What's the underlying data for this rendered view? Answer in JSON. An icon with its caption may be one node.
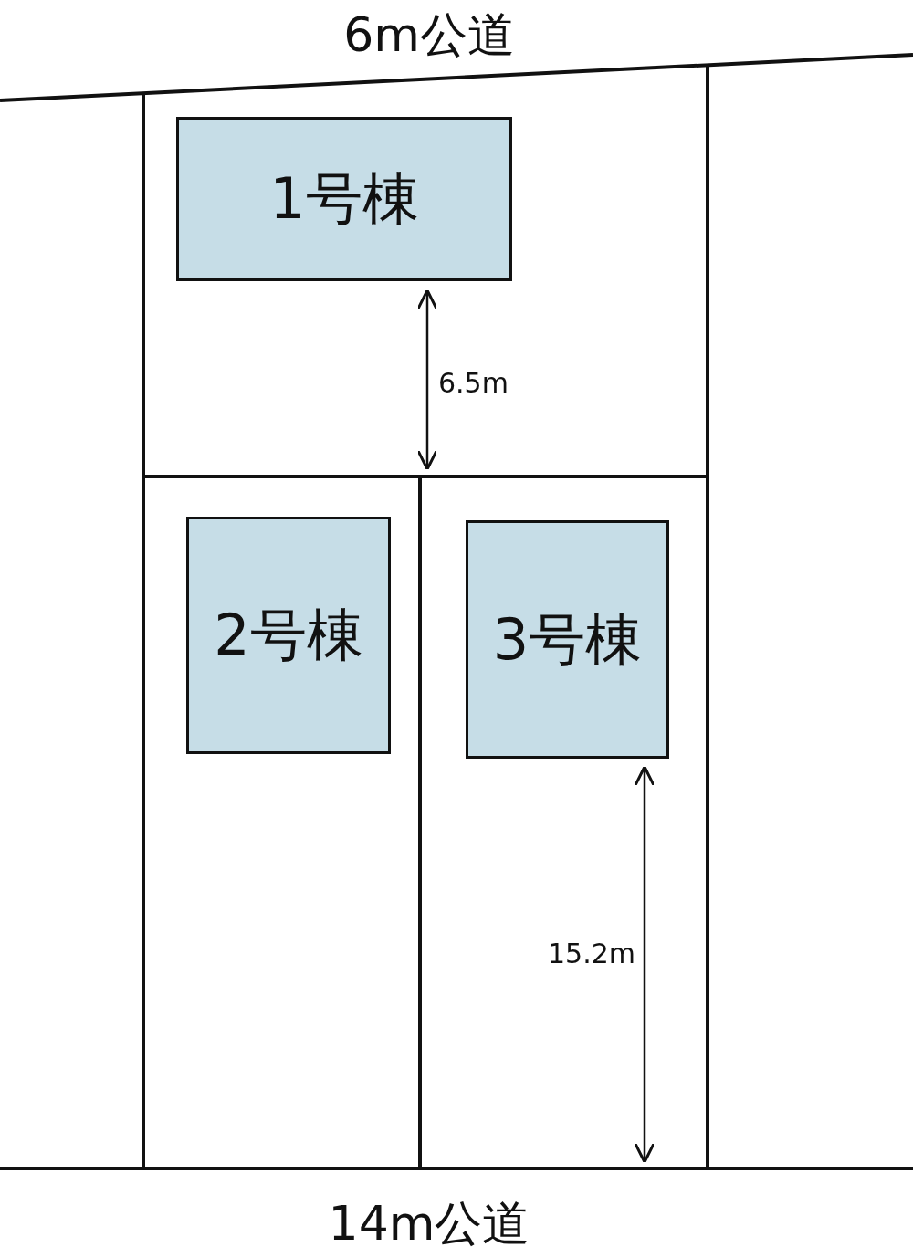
{
  "diagram": {
    "nodes": [
      {
        "text": [
          "1号棟"
        ]
      },
      {
        "text": [
          "2号棟"
        ]
      },
      {
        "text": [
          "3号棟"
        ]
      }
    ],
    "labels": [
      "6m公道",
      "6.5m",
      "15.2m",
      "14m公道"
    ]
  }
}
